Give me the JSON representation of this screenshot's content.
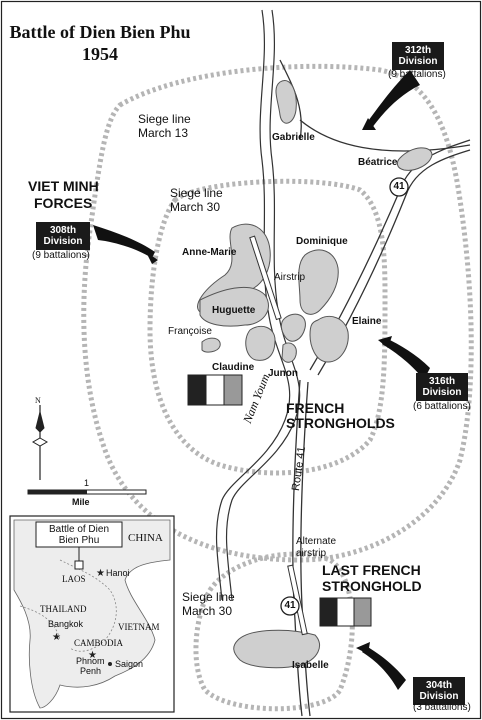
{
  "title": {
    "line1": "Battle of Dien Bien Phu",
    "line2": "1954"
  },
  "forces": {
    "line1": "VIET MINH",
    "line2": "FORCES"
  },
  "divisions": [
    {
      "id": "312",
      "name_line1": "312th",
      "name_line2": "Division",
      "battalions": "(9 battalions)"
    },
    {
      "id": "308",
      "name_line1": "308th",
      "name_line2": "Division",
      "battalions": "(9 battalions)"
    },
    {
      "id": "316",
      "name_line1": "316th",
      "name_line2": "Division",
      "battalions": "(6 battalions)"
    },
    {
      "id": "304",
      "name_line1": "304th",
      "name_line2": "Division",
      "battalions": "(3 battalions)"
    }
  ],
  "siege_lines": {
    "march13": {
      "line1": "Siege line",
      "line2": "March 13"
    },
    "march30_north": {
      "line1": "Siege line",
      "line2": "March 30"
    },
    "march30_south": {
      "line1": "Siege line",
      "line2": "March 30"
    }
  },
  "strongholds": {
    "gabrielle": "Gabrielle",
    "beatrice": "Béatrice",
    "anne_marie": "Anne-Marie",
    "dominique": "Dominique",
    "huguette": "Huguette",
    "francoise": "Françoise",
    "elaine": "Elaine",
    "claudine": "Claudine",
    "junon": "Junon",
    "isabelle": "Isabelle"
  },
  "labels": {
    "airstrip": "Airstrip",
    "alternate_airstrip_1": "Alternate",
    "alternate_airstrip_2": "airstrip",
    "french_strongholds_1": "FRENCH",
    "french_strongholds_2": "STRONGHOLDS",
    "last_french_1": "LAST FRENCH",
    "last_french_2": "STRONGHOLD",
    "river": "Nam Youm",
    "route": "Route 41",
    "route_shield_north": "41",
    "route_shield_south": "41",
    "compass_north": "N",
    "scale_label": "Mile",
    "scale_value": "1"
  },
  "inset": {
    "title_line1": "Battle of Dien",
    "title_line2": "Bien Phu",
    "china": "CHINA",
    "laos": "LAOS",
    "hanoi": "Hanoi",
    "thailand": "THAILAND",
    "vietnam": "VIETNAM",
    "bangkok": "Bangkok",
    "cambodia": "CAMBODIA",
    "phnom_penh_1": "Phnom",
    "phnom_penh_2": "Penh",
    "saigon": "Saigon"
  },
  "colors": {
    "stronghold_fill": "#cfcfcf",
    "stronghold_stroke": "#555555",
    "siege_line": "#bdbdbd",
    "road": "#333333",
    "division_box": "#1a1a1a"
  }
}
